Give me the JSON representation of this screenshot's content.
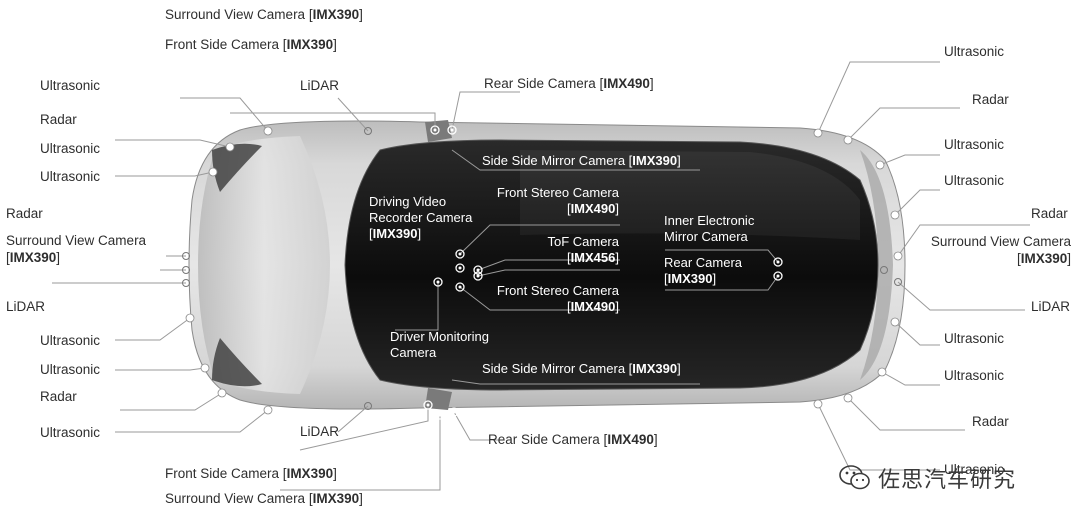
{
  "labels": {
    "surround_top": {
      "name": "Surround View Camera",
      "model": "IMX390"
    },
    "front_side_top": {
      "name": "Front Side Camera",
      "model": "IMX390"
    },
    "ultrasonic_l1": "Ultrasonic",
    "lidar_top": "LiDAR",
    "rear_side_top": {
      "name": "Rear Side Camera",
      "model": "IMX490"
    },
    "radar_l1": "Radar",
    "ultrasonic_l2": "Ultrasonic",
    "ultrasonic_l3": "Ultrasonic",
    "radar_l2": "Radar",
    "surround_left": {
      "name": "Surround View Camera",
      "model": "IMX390"
    },
    "lidar_left": "LiDAR",
    "ultrasonic_l4": "Ultrasonic",
    "ultrasonic_l5": "Ultrasonic",
    "radar_l3": "Radar",
    "ultrasonic_l6": "Ultrasonic",
    "lidar_bottom": "LiDAR",
    "front_side_bottom": {
      "name": "Front Side Camera",
      "model": "IMX390"
    },
    "surround_bottom": {
      "name": "Surround View Camera",
      "model": "IMX390"
    },
    "rear_side_bottom": {
      "name": "Rear Side Camera",
      "model": "IMX490"
    },
    "ultrasonic_r1": "Ultrasonic",
    "radar_r1": "Radar",
    "ultrasonic_r2": "Ultrasonic",
    "ultrasonic_r3": "Ultrasonic",
    "radar_r2": "Radar",
    "surround_right": {
      "name": "Surround View Camera",
      "model": "IMX390"
    },
    "lidar_right": "LiDAR",
    "ultrasonic_r4": "Ultrasonic",
    "ultrasonic_r5": "Ultrasonic",
    "radar_r3": "Radar",
    "ultrasonic_r6": "Ultrasonic",
    "side_mirror_top": {
      "name": "Side Side Mirror Camera",
      "model": "IMX390"
    },
    "side_mirror_bottom": {
      "name": "Side Side Mirror Camera",
      "model": "IMX390"
    },
    "driving_video": {
      "line1": "Driving Video",
      "line2": "Recorder Camera",
      "model": "IMX390"
    },
    "front_stereo_top": {
      "name": "Front Stereo Camera",
      "model": "IMX490"
    },
    "tof": {
      "name": "ToF Camera",
      "model": "IMX456"
    },
    "front_stereo_bottom": {
      "name": "Front Stereo Camera",
      "model": "IMX490"
    },
    "driver_monitoring": {
      "line1": "Driver Monitoring",
      "line2": "Camera"
    },
    "inner_mirror": {
      "line1": "Inner Electronic",
      "line2": "Mirror Camera"
    },
    "rear_camera": {
      "name": "Rear Camera",
      "model": "IMX390"
    }
  },
  "watermark": {
    "icon": "wechat-icon",
    "text": "佐思汽车研究"
  },
  "colors": {
    "car_body": "#c9c9c9",
    "roof_glass": "#151515",
    "leader_line": "#9a9a9a",
    "sensor_dot": "#ffffff"
  }
}
